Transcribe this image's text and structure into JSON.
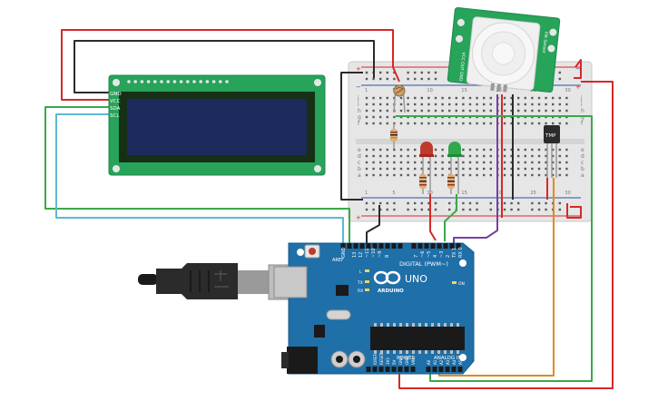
{
  "lcd": {
    "pins": [
      "GND",
      "VCC",
      "SDA",
      "SCL"
    ]
  },
  "breadboard": {
    "row_letters": [
      "a",
      "b",
      "c",
      "d",
      "e",
      "f",
      "g",
      "h",
      "i",
      "j"
    ],
    "column_numbers": [
      "1",
      "5",
      "10",
      "15",
      "20",
      "25",
      "30"
    ]
  },
  "pir": {
    "label_left": "PIR Sensor",
    "label_right": "VCC OUT GND"
  },
  "tmp": {
    "label": "TMP"
  },
  "arduino": {
    "model": "UNO",
    "brand": "ARDUINO",
    "digital_header": "DIGITAL (PWM~)",
    "power_header": "POWER",
    "analog_header": "ANALOG IN",
    "aref": "AREF",
    "gnd": "GND",
    "tx": "TX",
    "rx": "RX",
    "l": "L",
    "on": "ON",
    "digital_pins": [
      "13",
      "12",
      "~11",
      "~10",
      "~9",
      "8",
      "7",
      "~6",
      "~5",
      "4",
      "~3",
      "2",
      "TX 1",
      "RX 0"
    ],
    "power_pins": [
      "IOREF",
      "RESET",
      "3V3",
      "5V",
      "GND",
      "GND",
      "VIN"
    ],
    "analog_pins": [
      "A0",
      "A1",
      "A2",
      "A3",
      "A4",
      "A5"
    ]
  },
  "colors": {
    "arduino_board": "#1f6fa8",
    "breadboard": "#e6e6e6",
    "lcd_board": "#27a35a",
    "lcd_screen": "#1d2a5c",
    "pir_board": "#27a35a",
    "wire_red": "#d62828",
    "wire_black": "#2b2b2b",
    "wire_green": "#3aa84a",
    "wire_cyan": "#5cb8d6",
    "wire_purple": "#7a3fa0",
    "wire_orange": "#e08a1e"
  }
}
